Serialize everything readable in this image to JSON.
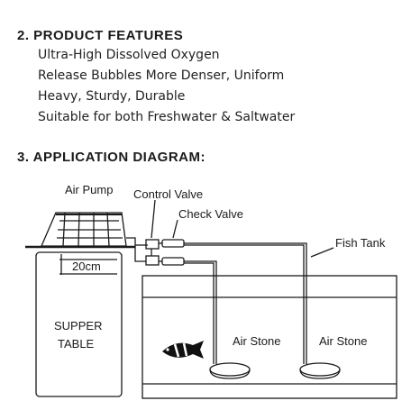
{
  "features": {
    "title": "2. PRODUCT FEATURES",
    "items": [
      "Ultra-High Dissolved Oxygen",
      "Release Bubbles More Denser, Uniform",
      "Heavy, Sturdy, Durable",
      "Suitable for both Freshwater & Saltwater"
    ]
  },
  "diagram": {
    "title": "3. APPLICATION DIAGRAM:",
    "labels": {
      "air_pump": "Air Pump",
      "control_valve": "Control Valve",
      "check_valve": "Check Valve",
      "fish_tank": "Fish Tank",
      "height": "20cm",
      "table_line1": "SUPPER",
      "table_line2": "TABLE",
      "air_stone_1": "Air Stone",
      "air_stone_2": "Air Stone"
    }
  }
}
